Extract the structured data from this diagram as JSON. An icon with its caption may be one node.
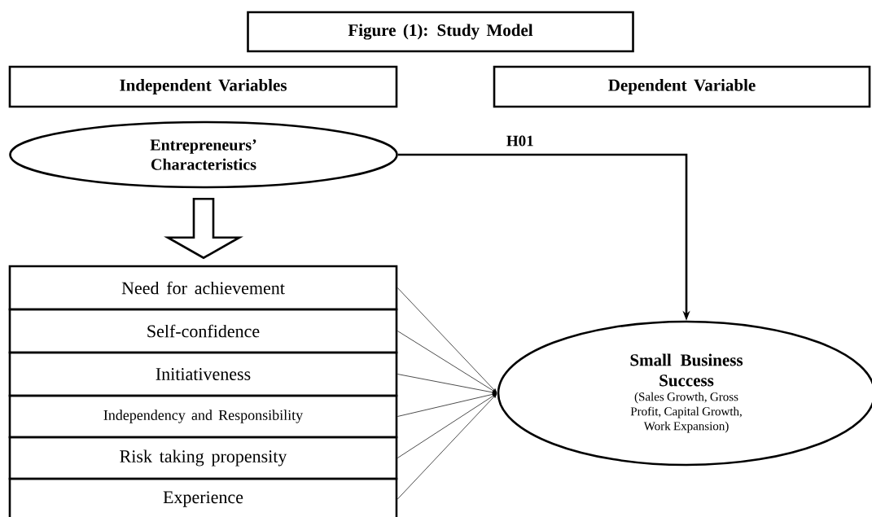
{
  "diagram": {
    "nodes": [
      {
        "text": [
          "Figure (1): Study Model"
        ]
      },
      {
        "text": [
          "Independent Variables"
        ]
      },
      {
        "text": [
          "Dependent Variable"
        ]
      },
      {
        "text": [
          "Entrepreneurs’ Characteristics"
        ]
      },
      {
        "text": [
          "Need for achievement"
        ]
      },
      {
        "text": [
          "Self-confidence"
        ]
      },
      {
        "text": [
          "Initiativeness"
        ]
      },
      {
        "text": [
          "Independency and Responsibility"
        ]
      },
      {
        "text": [
          "Risk taking propensity"
        ]
      },
      {
        "text": [
          "Experience"
        ]
      },
      {
        "text": [
          "Small Business Success",
          "(Sales Growth, Gross Profit, Capital Growth, Work Expansion)"
        ]
      }
    ],
    "edges": [
      {
        "from": 3,
        "to": 4,
        "arrow": "to",
        "style": "thick"
      },
      {
        "from": 3,
        "to": 10,
        "arrow": "to",
        "label": "H01",
        "style": "thick"
      },
      {
        "from": 4,
        "to": 10,
        "arrow": "to"
      },
      {
        "from": 5,
        "to": 10,
        "arrow": "to"
      },
      {
        "from": 6,
        "to": 10,
        "arrow": "to"
      },
      {
        "from": 7,
        "to": 10,
        "arrow": "to"
      },
      {
        "from": 8,
        "to": 10,
        "arrow": "to"
      },
      {
        "from": 9,
        "to": 10,
        "arrow": "to"
      }
    ]
  }
}
